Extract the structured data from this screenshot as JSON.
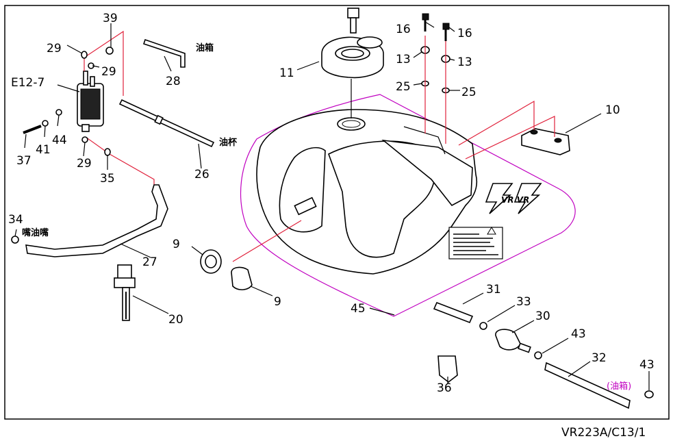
{
  "diagram": {
    "reference_code": "VR223A/C13/1",
    "callouts": {
      "c39": "39",
      "c29a": "29",
      "c29b": "29",
      "c29c": "29",
      "c28": "28",
      "e12_7": "E12-7",
      "c41": "41",
      "c44": "44",
      "c37": "37",
      "c35": "35",
      "c26": "26",
      "c34": "34",
      "c27": "27",
      "c20": "20",
      "c9a": "9",
      "c9b": "9",
      "c11": "11",
      "c16a": "16",
      "c16b": "16",
      "c13a": "13",
      "c13b": "13",
      "c25a": "25",
      "c25b": "25",
      "c10": "10",
      "c45": "45",
      "c31": "31",
      "c33": "33",
      "c30": "30",
      "c43a": "43",
      "c43b": "43",
      "c32": "32",
      "c36": "36"
    },
    "notes": {
      "fuel_tank": "油箱",
      "fuel_cup": "油杯",
      "carb_nozzle": "嘴油嘴",
      "to_fuel_tank": "(油箱)"
    },
    "tank_badge": "VR VR",
    "colors": {
      "outline": "#000000",
      "leader_red": "#e0203a",
      "group_magenta": "#c000c0"
    }
  }
}
